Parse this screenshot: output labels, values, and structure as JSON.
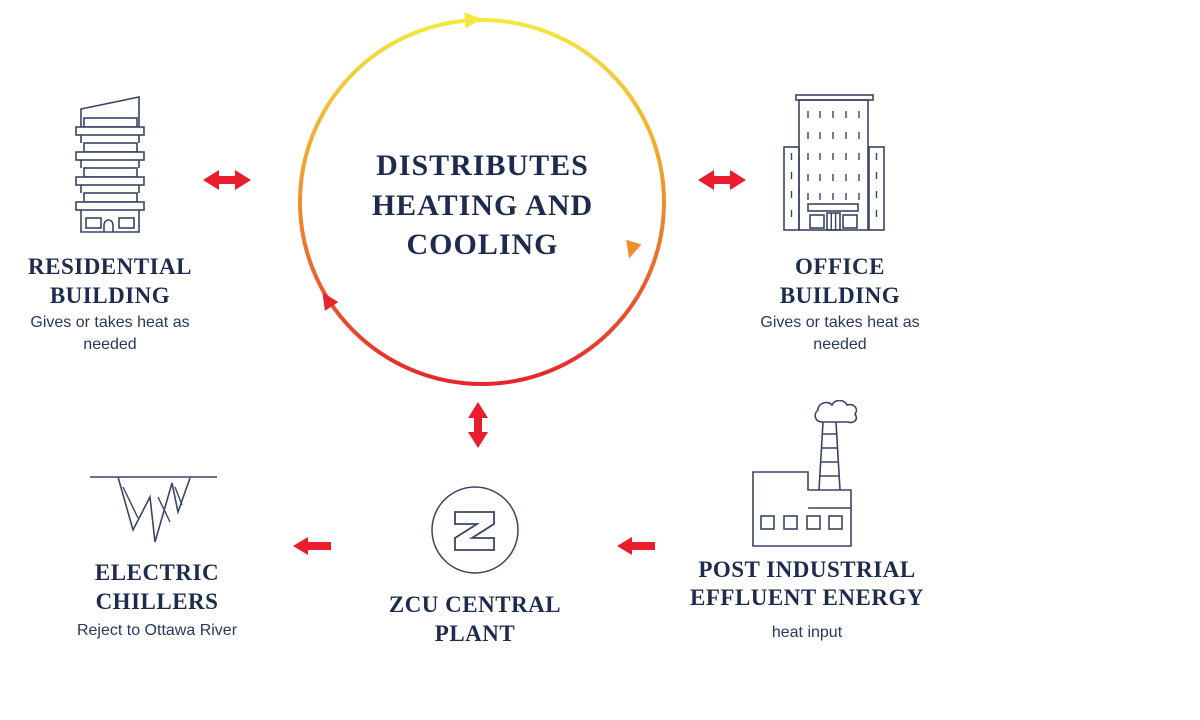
{
  "palette": {
    "background": "#ffffff",
    "navy": "#1d2c4e",
    "subtext": "#27395c",
    "icon": "#3a4564",
    "red": "#e91d2c",
    "yellow": "#f2e93c",
    "orange": "#ef8e2f",
    "deep_red": "#e5262c"
  },
  "center": {
    "title": "DISTRIBUTES HEATING AND COOLING"
  },
  "nodes": {
    "residential": {
      "title": "RESIDENTIAL BUILDING",
      "subtitle": "Gives or takes heat as needed"
    },
    "office": {
      "title": "OFFICE BUILDING",
      "subtitle": "Gives or takes heat as needed"
    },
    "chillers": {
      "title": "ELECTRIC CHILLERS",
      "subtitle": "Reject to Ottawa River"
    },
    "plant": {
      "title": "ZCU CENTRAL PLANT"
    },
    "industrial": {
      "title": "POST INDUSTRIAL EFFLUENT ENERGY",
      "subtitle": "heat input"
    }
  },
  "icons": {
    "center_ring": "heating-cooling-loop-icon",
    "residential": "residential-building-icon",
    "office": "office-building-icon",
    "chillers": "electric-chillers-icicles-icon",
    "plant": "zcu-logo-icon",
    "industrial": "factory-icon",
    "exchange_horizontal": "double-arrow-horizontal-icon",
    "exchange_vertical": "double-arrow-vertical-icon",
    "flow_left": "arrow-left-icon"
  }
}
